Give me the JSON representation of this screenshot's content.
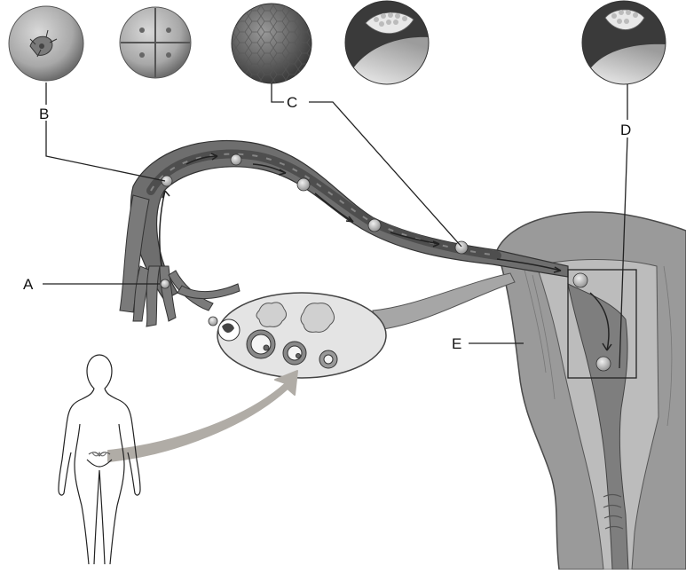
{
  "labels": {
    "a": "A",
    "b": "B",
    "c": "C",
    "d": "D",
    "e": "E"
  },
  "colors": {
    "tube_outer": "#7a7a7a",
    "tube_inner": "#5a5a5a",
    "uterus_wall": "#9a9a9a",
    "uterus_cavity": "#8a8a8a",
    "ovary_fill": "#e2e2e2",
    "arrow_fill": "#b0aca6",
    "line": "#222222"
  }
}
